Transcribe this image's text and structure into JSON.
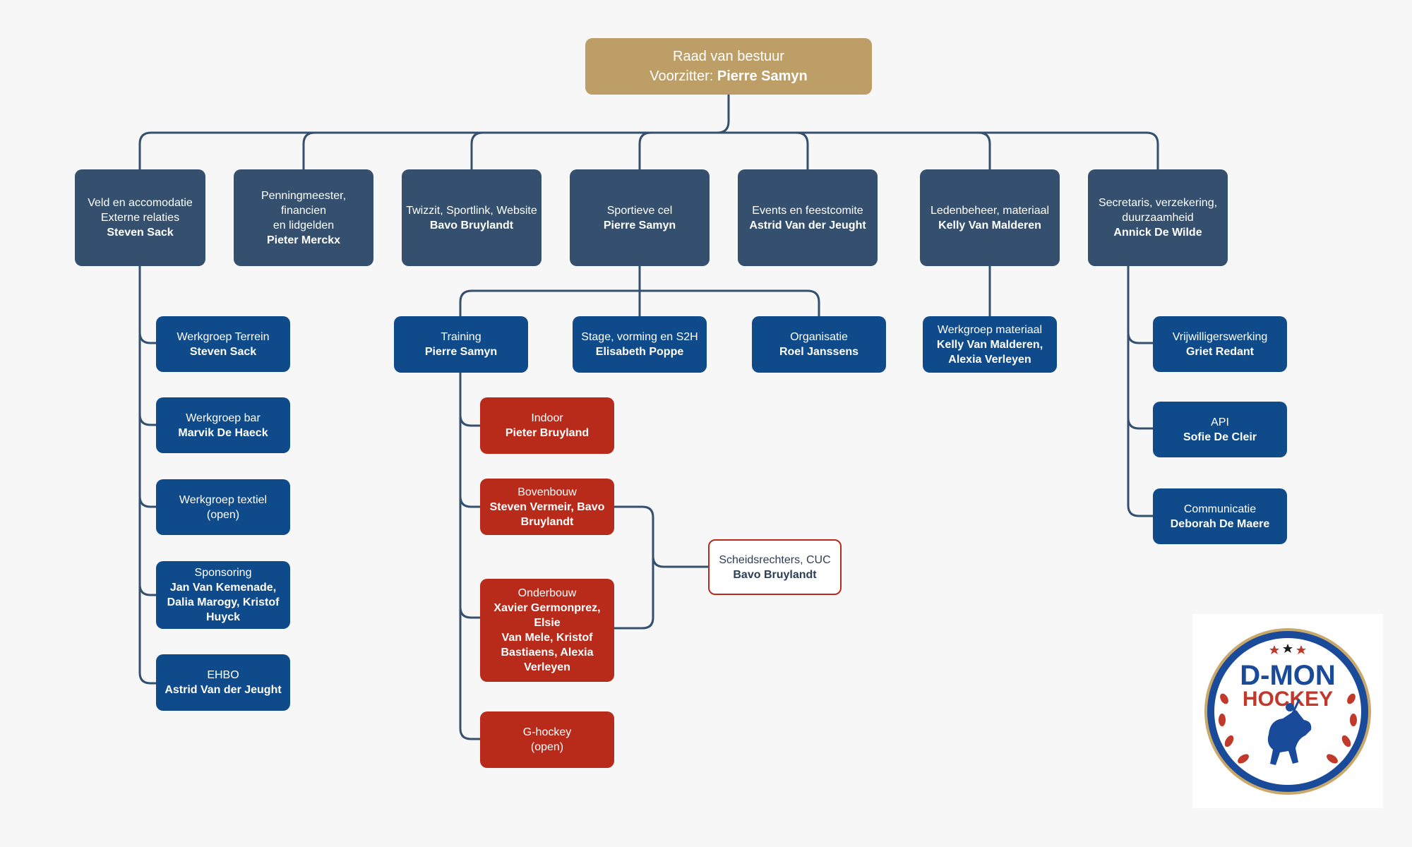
{
  "board": {
    "title": "Raad van bestuur",
    "chair_label": "Voorzitter:",
    "chair_name": "Pierre Samyn"
  },
  "departments": [
    {
      "title": "Veld en accomodatie\nExterne relaties",
      "name": "Steven Sack"
    },
    {
      "title": "Penningmeester, financien\nen lidgelden",
      "name": "Pieter Merckx"
    },
    {
      "title": "Twizzit, Sportlink, Website",
      "name": "Bavo Bruylandt"
    },
    {
      "title": "Sportieve cel",
      "name": "Pierre Samyn"
    },
    {
      "title": "Events en feestcomite",
      "name": "Astrid Van der Jeught"
    },
    {
      "title": "Ledenbeheer, materiaal",
      "name": "Kelly Van Malderen"
    },
    {
      "title": "Secretaris, verzekering,\nduurzaamheid",
      "name": "Annick De Wilde"
    }
  ],
  "veld_groups": [
    {
      "title": "Werkgroep Terrein",
      "name": "Steven Sack"
    },
    {
      "title": "Werkgroep bar",
      "name": "Marvik De Haeck"
    },
    {
      "title": "Werkgroep textiel\n(open)",
      "name": ""
    },
    {
      "title": "Sponsoring",
      "name": "Jan Van Kemenade,\nDalia Marogy, Kristof\nHuyck"
    },
    {
      "title": "EHBO",
      "name": "Astrid Van der Jeught"
    }
  ],
  "sport_groups": [
    {
      "title": "Training",
      "name": "Pierre Samyn"
    },
    {
      "title": "Stage, vorming en S2H",
      "name": "Elisabeth Poppe"
    },
    {
      "title": "Organisatie",
      "name": "Roel Janssens"
    }
  ],
  "training_groups": [
    {
      "title": "Indoor",
      "name": "Pieter Bruyland"
    },
    {
      "title": "Bovenbouw",
      "name": "Steven Vermeir, Bavo\nBruylandt"
    },
    {
      "title": "Onderbouw",
      "name": "Xavier Germonprez, Elsie\nVan Mele, Kristof\nBastiaens, Alexia\nVerleyen"
    },
    {
      "title": "G-hockey\n(open)",
      "name": ""
    }
  ],
  "referees": {
    "title": "Scheidsrechters, CUC",
    "name": "Bavo Bruylandt"
  },
  "material_group": {
    "title": "Werkgroep materiaal",
    "name": "Kelly Van Malderen,\nAlexia Verleyen"
  },
  "secretary_groups": [
    {
      "title": "Vrijwilligerswerking",
      "name": "Griet Redant"
    },
    {
      "title": "API",
      "name": "Sofie De Cleir"
    },
    {
      "title": "Communicatie",
      "name": "Deborah De Maere"
    }
  ],
  "logo": {
    "line1": "D-MON",
    "line2": "HOCKEY",
    "ring_color": "#1a4a9a",
    "accent_color": "#c0392b",
    "gold_color": "#c9a86a"
  },
  "colors": {
    "board": "#bd9e66",
    "department": "#34506e",
    "group": "#0f4b8a",
    "training": "#b82a1a",
    "connector": "#34506e"
  }
}
